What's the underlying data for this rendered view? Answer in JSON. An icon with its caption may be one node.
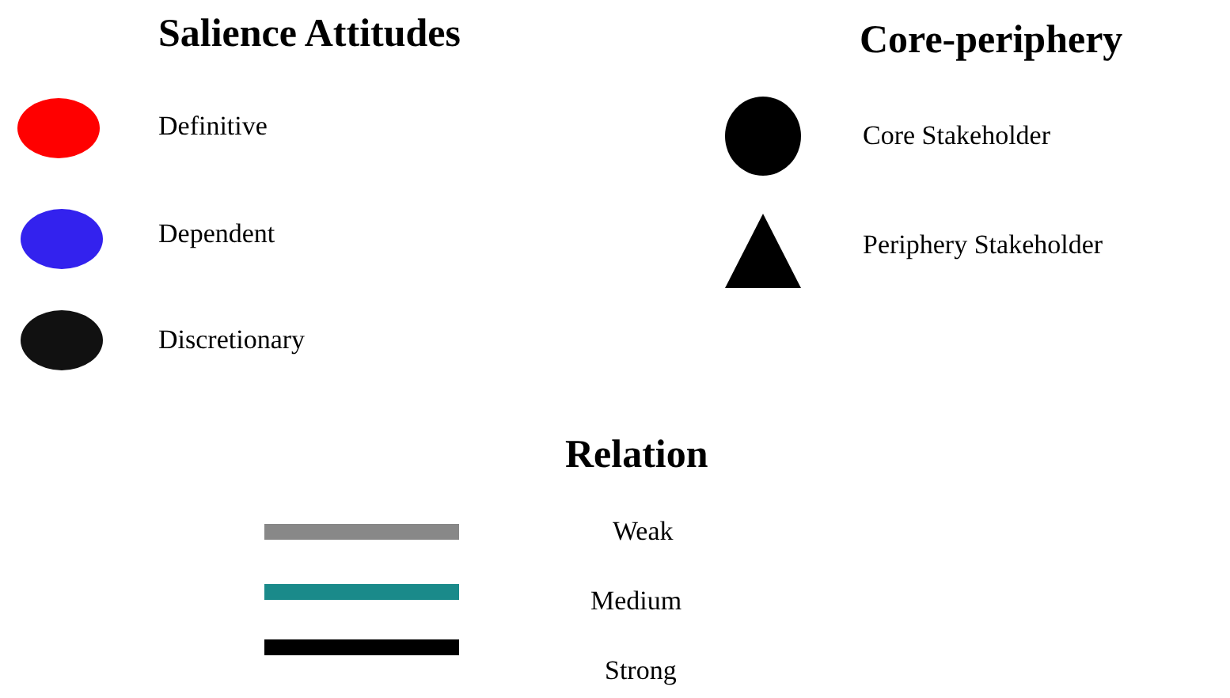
{
  "diagram": {
    "labels": [
      "Salience Attitudes",
      "Core-periphery",
      "Relation"
    ],
    "legend": [
      {
        "text": "Definitive",
        "color": "#ff0000"
      },
      {
        "text": "Dependent",
        "color": "#3322ee"
      },
      {
        "text": "Discretionary",
        "color": "#111111"
      },
      {
        "text": "Core Stakeholder"
      },
      {
        "text": "Periphery Stakeholder"
      },
      {
        "text": "Weak"
      },
      {
        "text": "Medium"
      },
      {
        "text": "Strong"
      }
    ]
  }
}
